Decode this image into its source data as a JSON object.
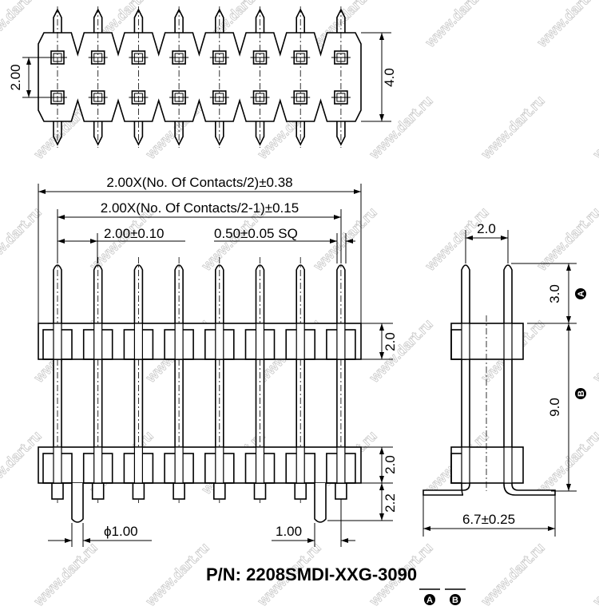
{
  "watermark": "www.dart.ru",
  "top_view": {
    "pitch_label": "2.00",
    "height_label": "4.0"
  },
  "front_view": {
    "overall_length": "2.00X(No. Of Contacts/2)±0.38",
    "pin_span": "2.00X(No. Of Contacts/2-1)±0.15",
    "pitch": "2.00±0.10",
    "pin_size": "0.50±0.05 SQ",
    "housing_top_height": "2.0",
    "housing_bottom_height": "2.0",
    "post_length": "2.2",
    "post_diameter": "ϕ1.00",
    "post_offset": "1.00"
  },
  "side_view": {
    "row_pitch": "2.0",
    "dim_a": "3.0",
    "dim_b": "9.0",
    "foot_width": "6.7±0.25",
    "marker_a": "A",
    "marker_b": "B"
  },
  "part_number": {
    "prefix": "P/N: 2208SMDI-XXG-",
    "code_a": "30",
    "code_b": "90",
    "marker_a": "A",
    "marker_b": "B"
  },
  "pin_count_per_row": 8
}
